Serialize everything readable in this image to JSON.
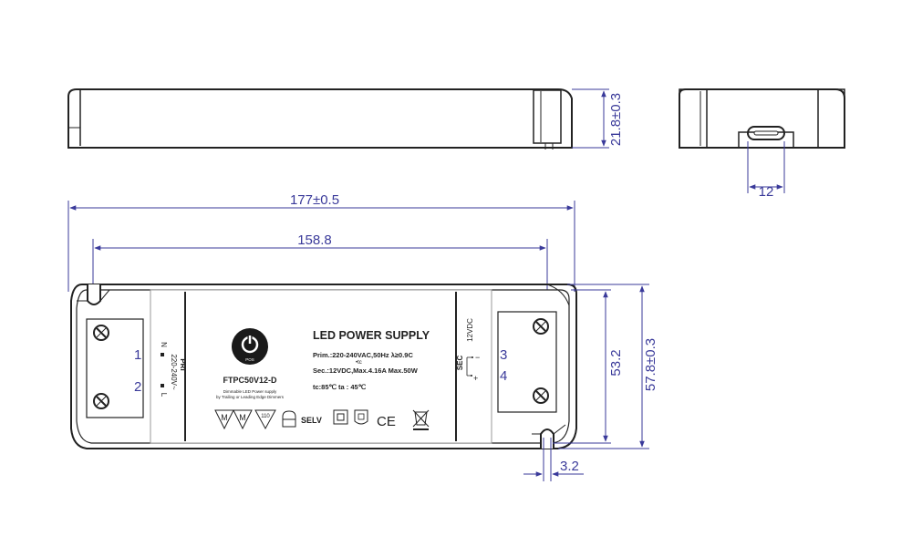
{
  "dimensions": {
    "height": "21.8±0.3",
    "port_width": "12",
    "total_length": "177±0.5",
    "hole_spacing": "158.8",
    "inner_width": "53.2",
    "total_width": "57.8±0.3",
    "slot_width": "3.2"
  },
  "terminals": {
    "t1": "1",
    "t2": "2",
    "t3": "3",
    "t4": "4"
  },
  "label": {
    "title": "LED POWER SUPPLY",
    "prim": "Prim.:220-240VAC,50Hz λ≥0.9C",
    "tc_small": "•tc",
    "sec": "Sec.:12VDC,Max.4.16A  Max.50W",
    "temps": "tc:85℃   ta : 45℃",
    "model": "FTPC50V12-D",
    "desc_line1": "Dimmable LED Power supply",
    "desc_line2": "by Trailing or Leading Edge Dimmers",
    "pos_logo_text": "POS",
    "selv": "SELV",
    "ce": "CE",
    "m1": "M",
    "m2": "M",
    "num110": "110"
  },
  "side_labels": {
    "pri": "PRI",
    "pri_voltage": "220-240V~",
    "n": "N",
    "l": "L",
    "sec": "SEC",
    "sec_voltage": "12VDC",
    "minus": "−",
    "plus": "+"
  }
}
